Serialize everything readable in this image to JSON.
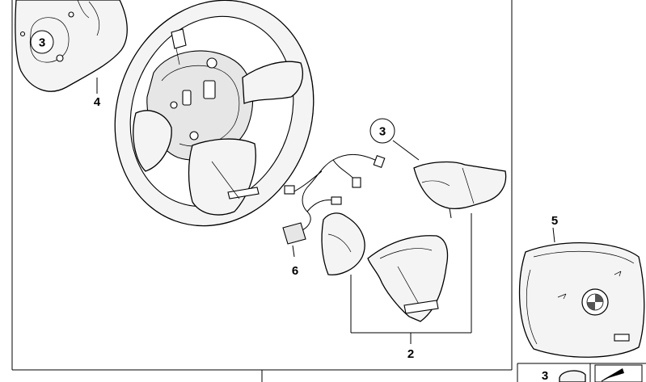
{
  "callouts": {
    "part_2": "2",
    "part_3_top_left": "3",
    "part_3_middle": "3",
    "part_3_bottom": "3",
    "part_4": "4",
    "part_5": "5",
    "part_6": "6"
  },
  "icons": [
    "bmw-roundel-icon",
    "airbag-warning-icon",
    "arrow-cursor-icon"
  ]
}
